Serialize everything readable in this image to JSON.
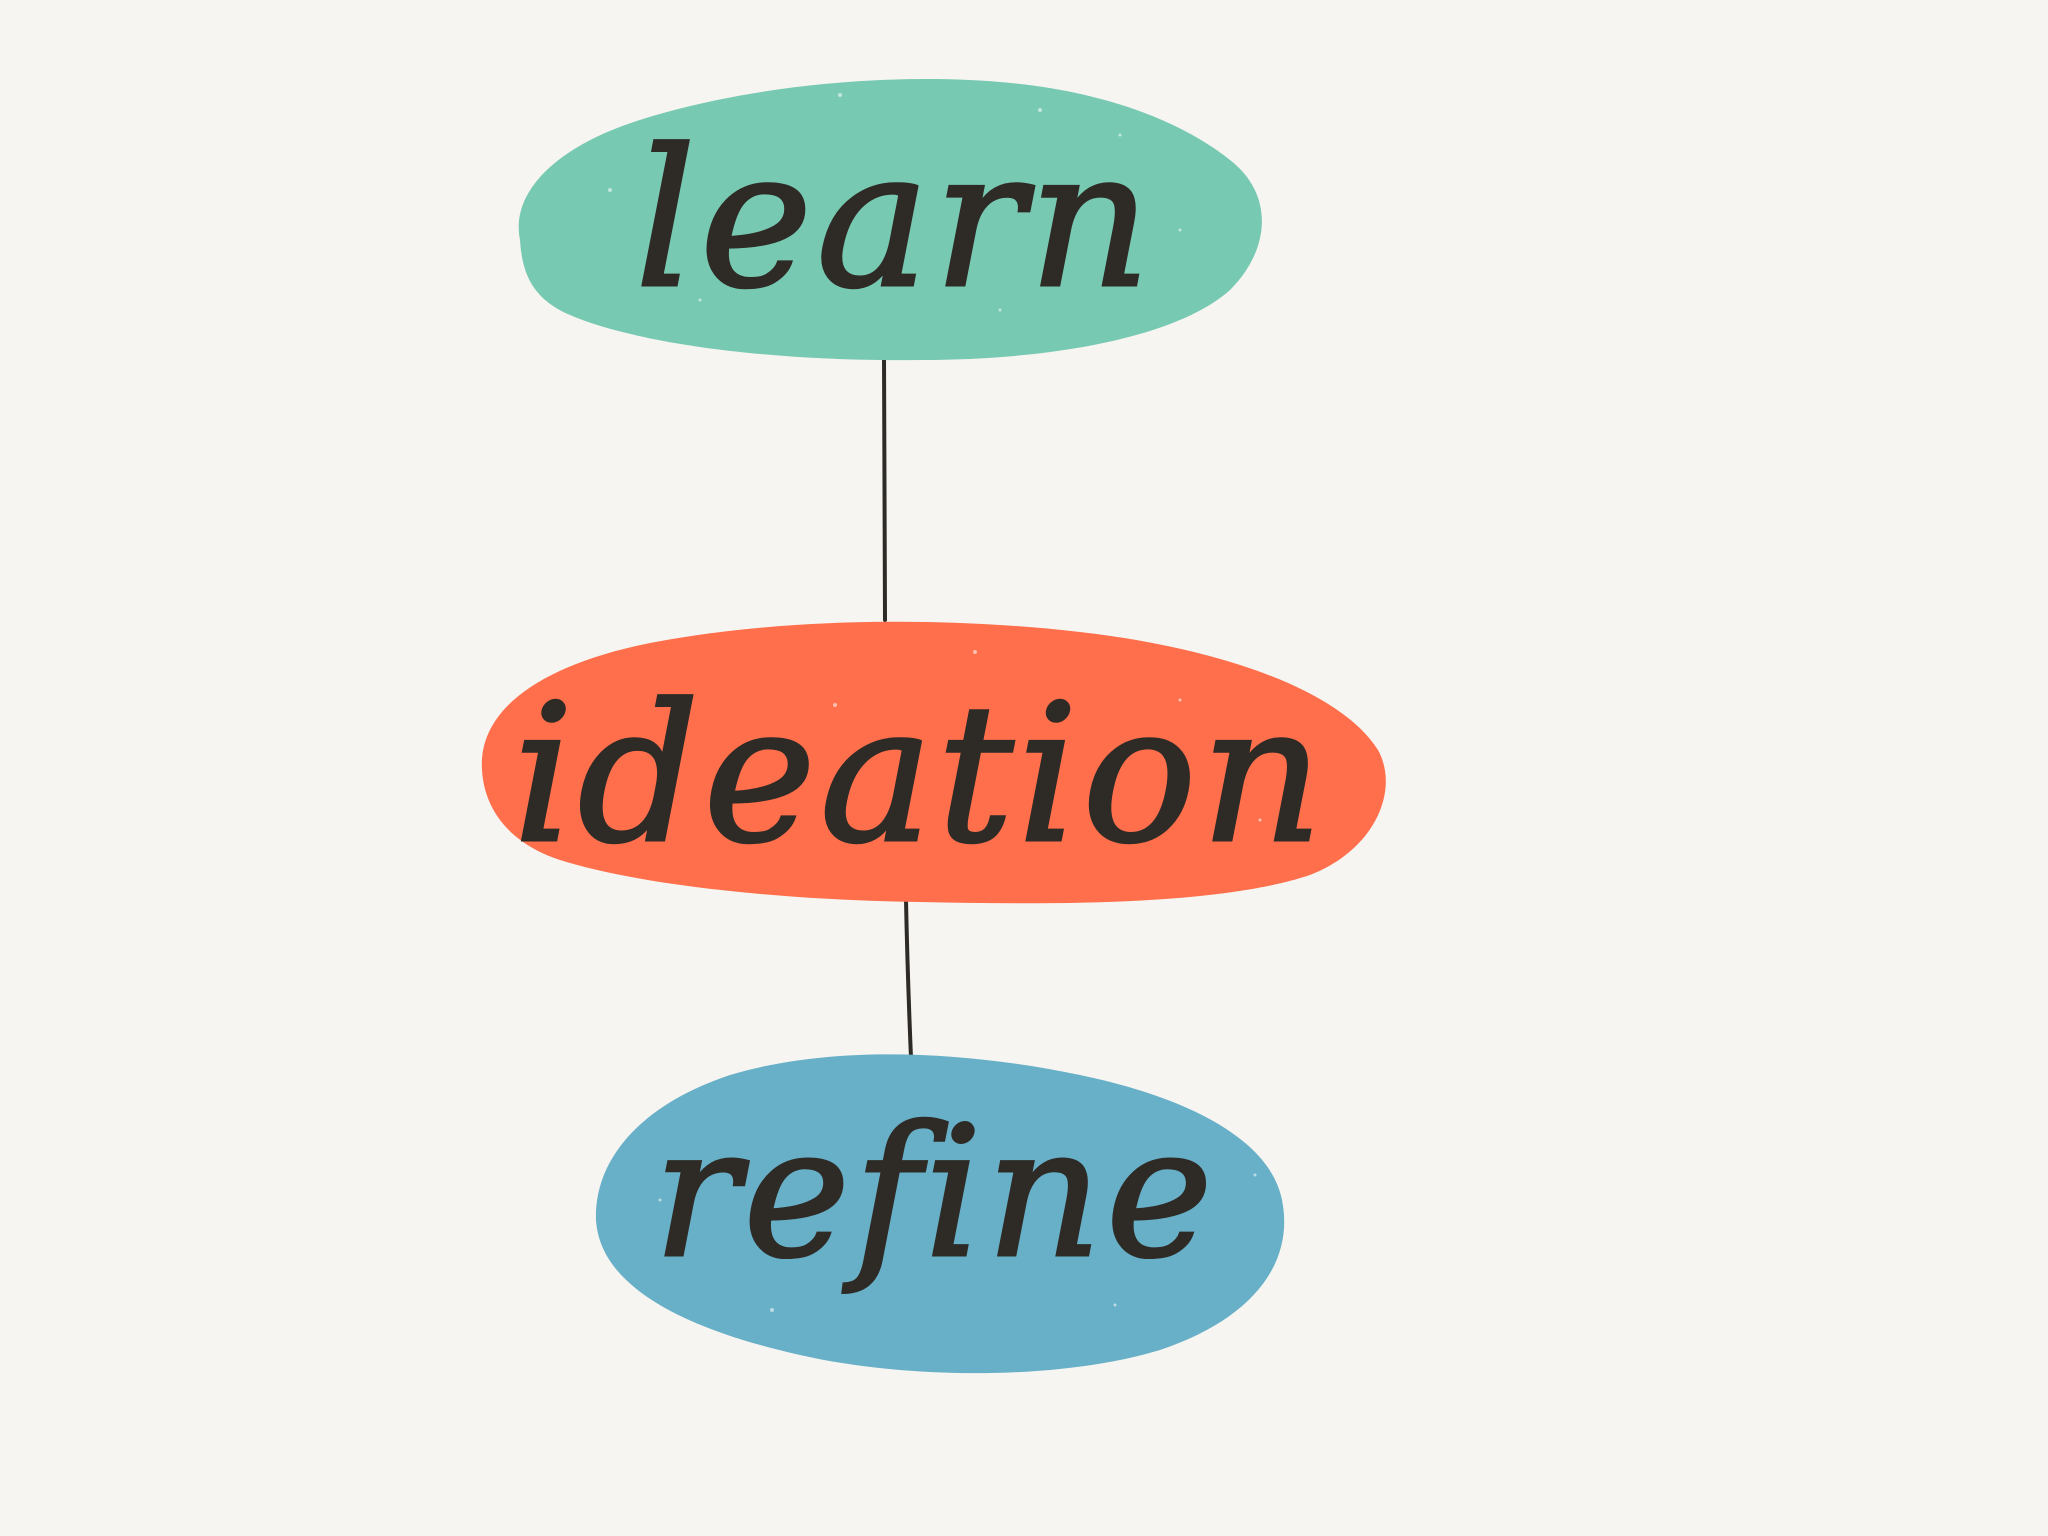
{
  "diagram": {
    "nodes": [
      {
        "id": "learn",
        "label": "learn",
        "color": "#78c9b2"
      },
      {
        "id": "ideation",
        "label": "ideation",
        "color": "#ff6f4c"
      },
      {
        "id": "refine",
        "label": "refine",
        "color": "#68b0c8"
      }
    ],
    "edges": [
      {
        "from": "learn",
        "to": "ideation"
      },
      {
        "from": "ideation",
        "to": "refine"
      }
    ]
  }
}
